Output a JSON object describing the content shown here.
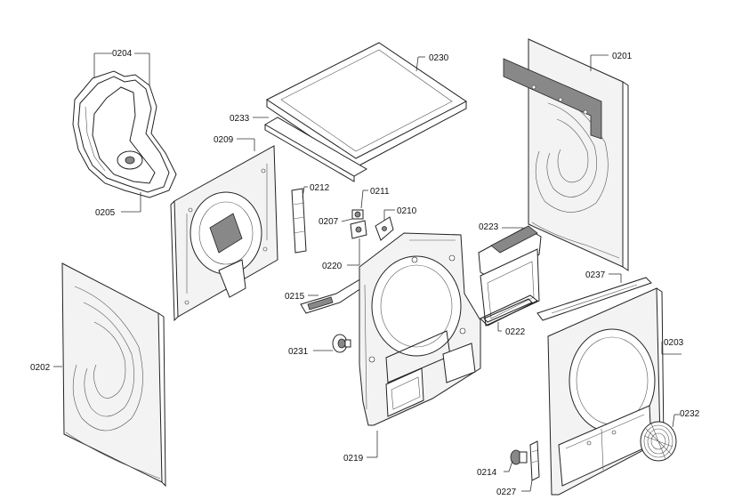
{
  "diagram": {
    "labels": {
      "p0201": "0201",
      "p0202": "0202",
      "p0203": "0203",
      "p0204": "0204",
      "p0205": "0205",
      "p0207": "0207",
      "p0209": "0209",
      "p0210": "0210",
      "p0211": "0211",
      "p0212": "0212",
      "p0214": "0214",
      "p0215": "0215",
      "p0219": "0219",
      "p0220": "0220",
      "p0222": "0222",
      "p0223": "0223",
      "p0227": "0227",
      "p0230": "0230",
      "p0231": "0231",
      "p0232": "0232",
      "p0233": "0233",
      "p0237": "0237"
    }
  }
}
